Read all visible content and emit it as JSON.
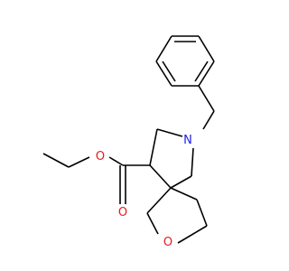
{
  "molecule": {
    "atoms": {
      "nitrogen": {
        "label": "N",
        "color": "#1f1fe6"
      },
      "ester_oxygen": {
        "label": "O",
        "color": "#e61a1a"
      },
      "carbonyl_oxygen": {
        "label": "O",
        "color": "#e61a1a"
      },
      "ring_oxygen": {
        "label": "O",
        "color": "#e61a1a"
      }
    },
    "bond_color": "#000000"
  }
}
